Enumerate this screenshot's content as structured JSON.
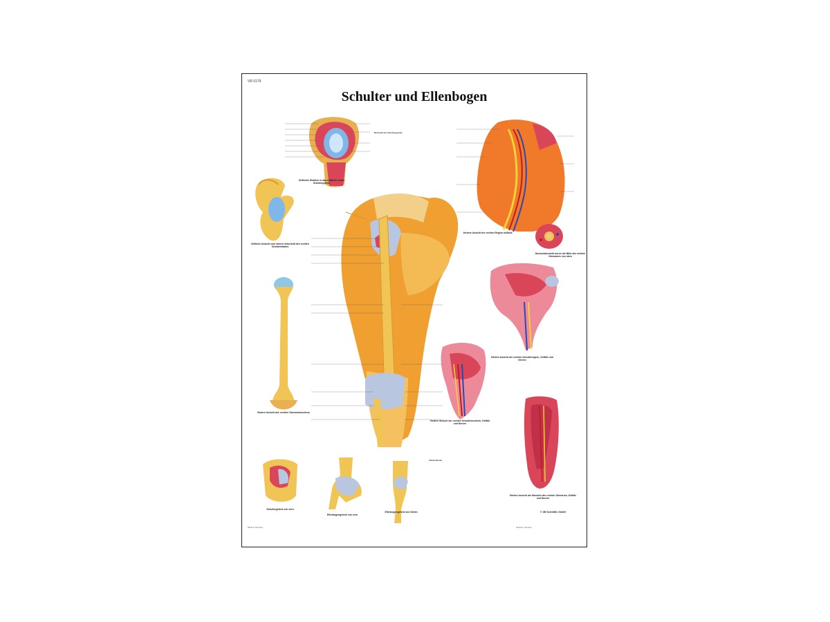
{
  "poster": {
    "code": "VR 0179",
    "title": "Schulter und Ellenbogen",
    "captions": {
      "top_lateral": "Seitlicher Einblick in das eröffnete rechte Schultergelenk",
      "scapula": "Seitliche Ansicht vom oberen Abschnitt des rechten Schulterblattes",
      "humerus": "Hintere Ansicht des rechten Oberarmknochens",
      "front_arm_veins": "Vordere Ansicht der rechten Region axillaris",
      "cross_section": "Horizontalschnitt durch die Mitte des rechten Oberarmes von oben",
      "rear_shoulder": "Hintere Ansicht der rechten Schulterregion, Gefäße und Nerven",
      "front_shoulder_vessels": "Vordere Ansicht der rechten Schultermuskeln, Gefäße und Nerven",
      "rear_upper_arm": "Hintere Ansicht der Muskeln des rechten Oberarms, Gefäße und Nerven",
      "shoulder_front": "Schultergelenk von vorn",
      "elbow_front": "Ellenbogengelenk von vorn",
      "elbow_side": "Ellenbogengelenk von Seiten"
    },
    "text_block_top": "Mechanik des Schultergelenks",
    "text_block_bottom": "Schleimbeutel",
    "publisher": "© 3B Scientific GmbH",
    "publisher_note": "Hamburg, Germany",
    "footer_left": "Made in Germany",
    "colors": {
      "bone": "#f0c455",
      "bone_shade": "#d99a2c",
      "muscle": "#d9465a",
      "muscle_light": "#ec8a9a",
      "ligament": "#b9c6e0",
      "cartilage": "#7fb8e8",
      "skin_orange": "#f07a2a",
      "artery": "#c01c1c",
      "vein": "#2a48b0",
      "nerve": "#f2d23a"
    }
  }
}
